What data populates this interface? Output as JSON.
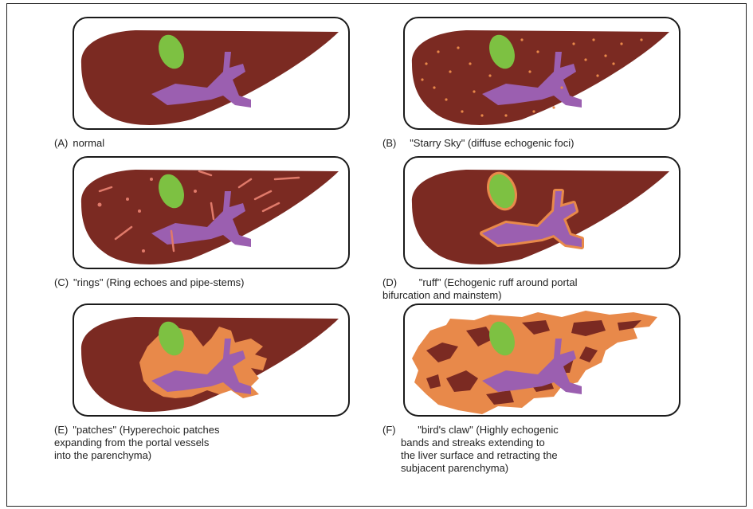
{
  "panels": [
    {
      "id": "A",
      "label": "(A)",
      "text": "normal"
    },
    {
      "id": "B",
      "label": "(B)",
      "text": "\"Starry Sky\" (diffuse echogenic foci)"
    },
    {
      "id": "C",
      "label": "(C)",
      "text": "\"rings\" (Ring echoes and pipe-stems)"
    },
    {
      "id": "D",
      "label": "(D)",
      "text": "\"ruff\" (Echogenic ruff around portal",
      "text2": "bifurcation and mainstem)"
    },
    {
      "id": "E",
      "label": "(E)",
      "text": "\"patches\" (Hyperechoic patches",
      "text2": "expanding from the portal vessels",
      "text3": "into the parenchyma)"
    },
    {
      "id": "F",
      "label": "(F)",
      "text": "\"bird's claw\" (Highly echogenic",
      "text2": "bands and streaks extending to",
      "text3": "the liver surface and retracting the",
      "text4": "subjacent parenchyma)"
    }
  ],
  "colors": {
    "liver": "#7b2a22",
    "gallbladder": "#7dc142",
    "portal_vein": "#9b5fb0",
    "echogenic": "#e8894a",
    "box_border": "#1a1a1a"
  }
}
